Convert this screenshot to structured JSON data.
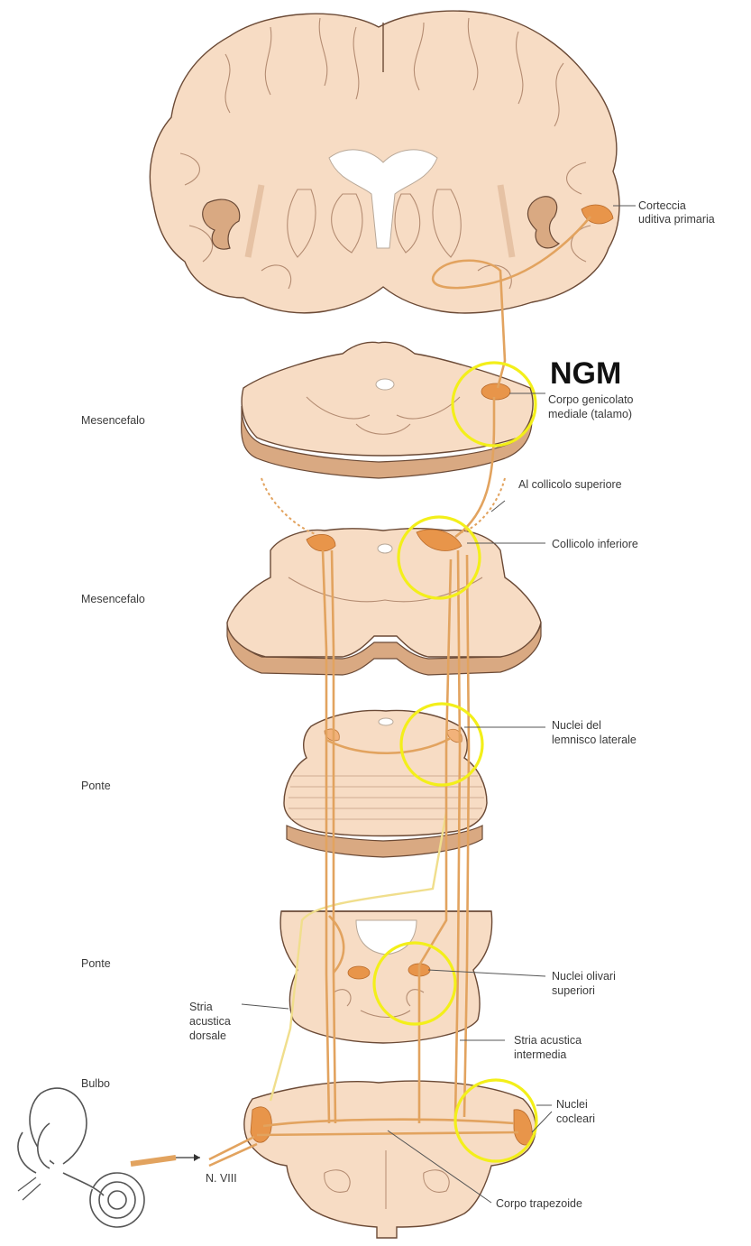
{
  "title": "NGM",
  "levels": {
    "mesencefalo_1": "Mesencefalo",
    "mesencefalo_2": "Mesencefalo",
    "ponte_1": "Ponte",
    "ponte_2": "Ponte",
    "bulbo": "Bulbo"
  },
  "labels": {
    "corteccia": [
      "Corteccia",
      "uditiva primaria"
    ],
    "corpo_genicolato": [
      "Corpo genicolato",
      "mediale (talamo)"
    ],
    "collicolo_superiore": "Al collicolo superiore",
    "collicolo_inferiore": "Collicolo inferiore",
    "lemnisco": [
      "Nuclei del",
      "lemnisco laterale"
    ],
    "olivari": [
      "Nuclei olivari",
      "superiori"
    ],
    "stria_dorsale": [
      "Stria",
      "acustica",
      "dorsale"
    ],
    "stria_intermedia": [
      "Stria acustica",
      "intermedia"
    ],
    "cocleari": [
      "Nuclei",
      "cocleari"
    ],
    "n_viii": "N. VIII",
    "trapezoide": "Corpo trapezoide"
  },
  "colors": {
    "tissue": "#f7dcc4",
    "nucleus": "#e8954a",
    "pathway": "#e2a35f",
    "highlight_circle": "#f3ef1a"
  }
}
